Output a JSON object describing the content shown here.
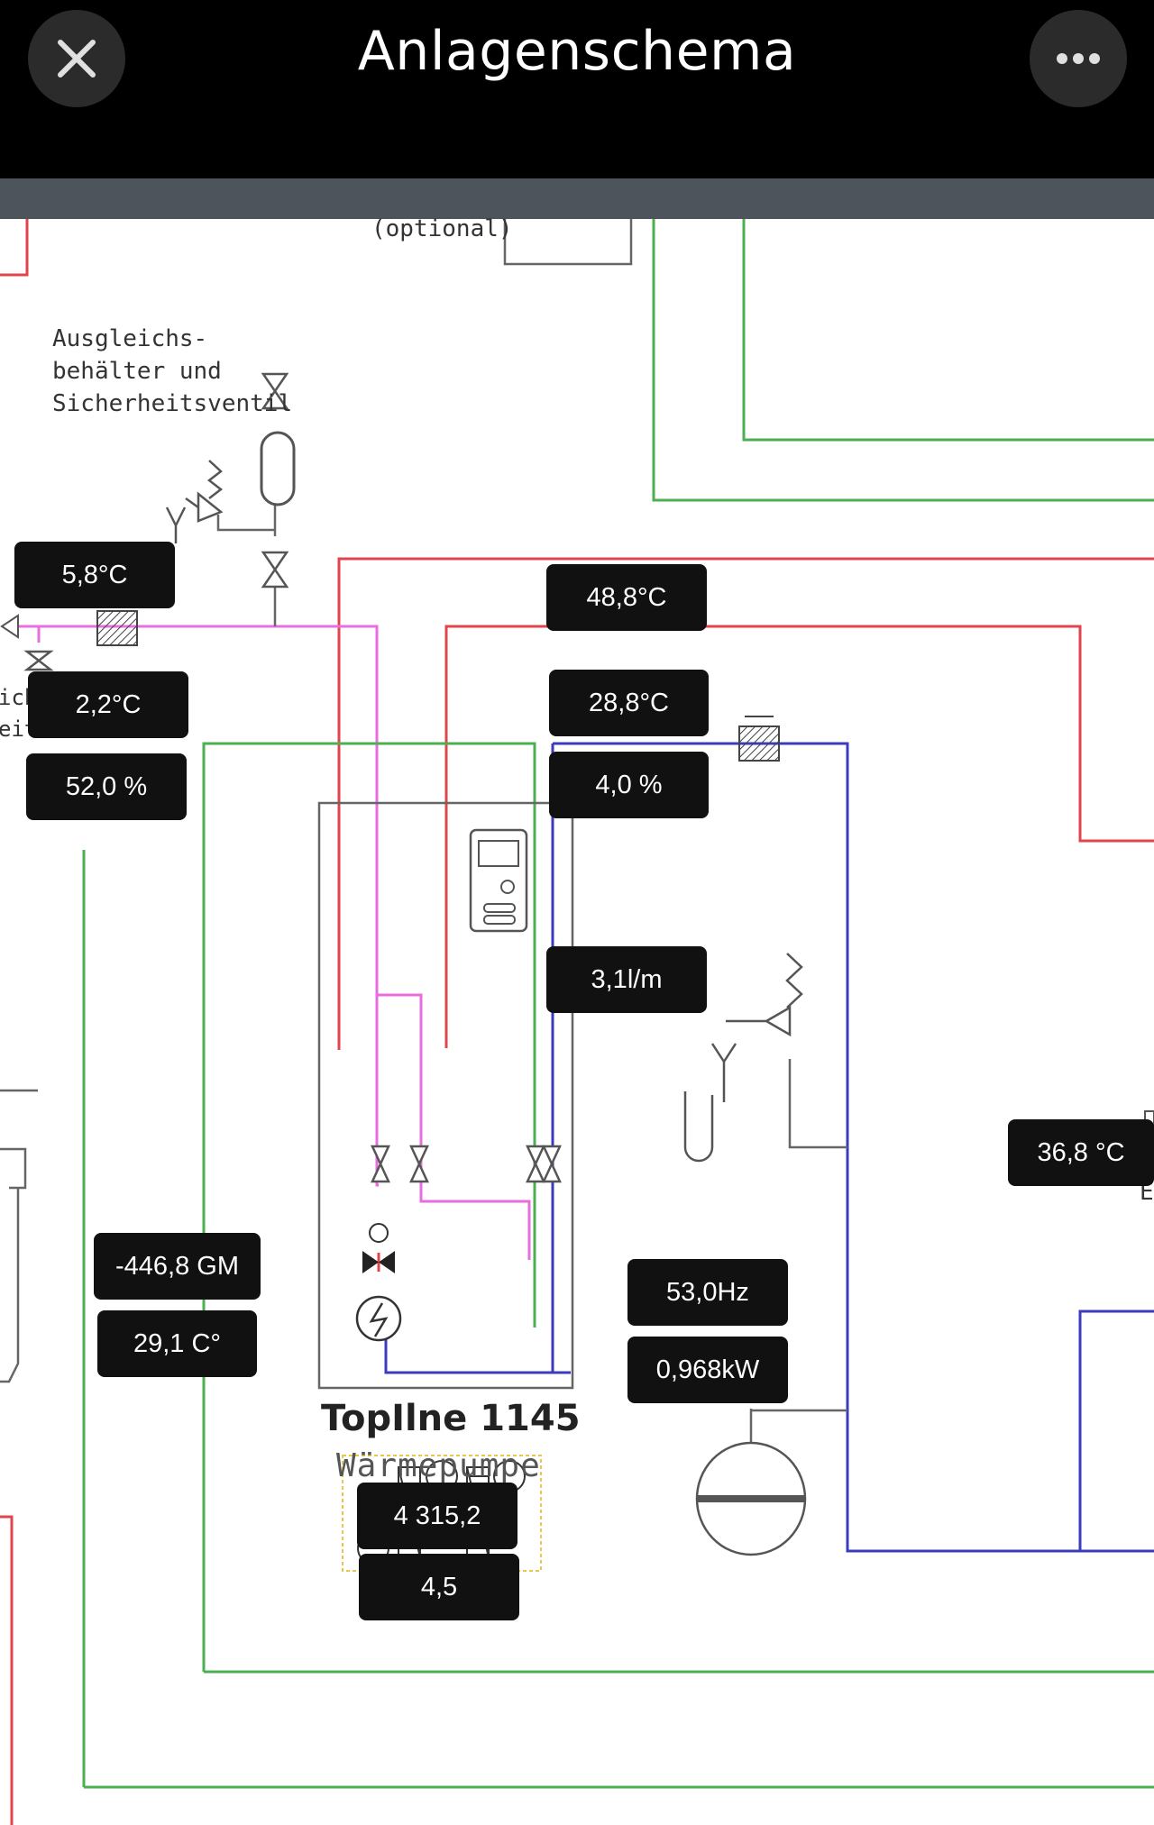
{
  "header": {
    "title": "Anlagenschema",
    "close_icon": "close-icon",
    "more_icon": "more-horizontal-icon"
  },
  "diagram": {
    "labels": {
      "optional": "(optional)",
      "ausgleich": "Ausgleichs-\nbehälter und\nSicherheitsventil",
      "edge_left_1": "ich",
      "edge_left_2": "eit",
      "edge_right": "E",
      "model": "TopIlne 1145",
      "model_sub": "Wärmepumpe"
    },
    "readings": {
      "outdoor_temp": "5,8°C",
      "supply_temp": "48,8°C",
      "left_temp": "2,2°C",
      "return_temp": "28,8°C",
      "left_percent": "52,0 %",
      "right_percent": "4,0 %",
      "flow_rate": "3,1l/m",
      "buffer_temp": "36,8 °C",
      "gm_value": "-446,8 GM",
      "brine_temp": "29,1 C°",
      "frequency": "53,0Hz",
      "power": "0,968kW",
      "counter": "4 315,2",
      "small_value": "4,5"
    },
    "colors": {
      "red": "#e2444c",
      "pink": "#e86ee0",
      "green": "#4caf50",
      "blue": "#3b3bc0",
      "gray": "#666666",
      "yellow": "#e8c84a"
    }
  }
}
